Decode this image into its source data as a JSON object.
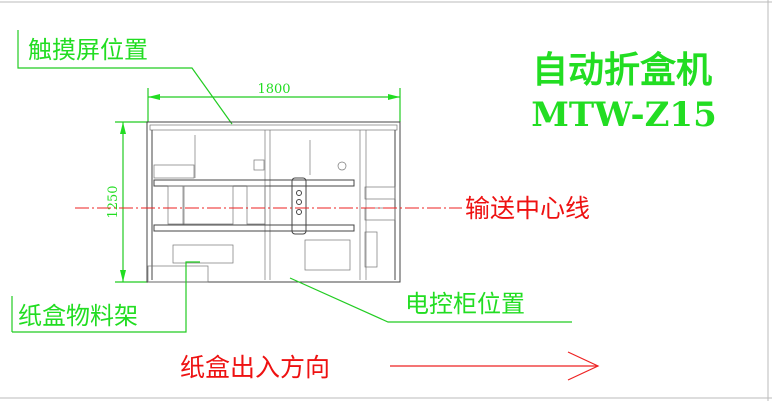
{
  "title": "自动折盒机",
  "model": "MTW-Z15",
  "labels": {
    "touchscreen": "触摸屏位置",
    "centerline": "输送中心线",
    "material_rack": "纸盒物料架",
    "control_cabinet": "电控柜位置",
    "direction": "纸盒出入方向"
  },
  "dimensions": {
    "width": "1800",
    "height": "1250"
  },
  "colors": {
    "annotation": "#22dd22",
    "centerline": "#ee1111",
    "drawing": "#444444"
  }
}
